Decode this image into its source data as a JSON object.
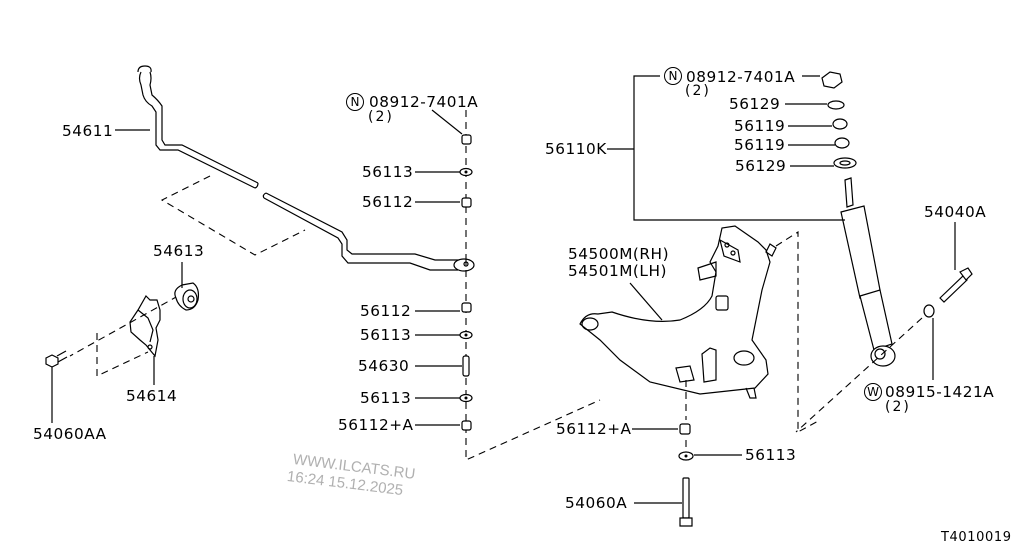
{
  "diagram": {
    "title_code": "T4010019",
    "watermark": {
      "site": "WWW.ILCATS.RU",
      "timestamp": "16:24 15.12.2025"
    },
    "callouts": [
      {
        "id": "stab-bar",
        "part": "54611"
      },
      {
        "id": "stab-bushing",
        "part": "54613"
      },
      {
        "id": "stab-clamp",
        "part": "54614"
      },
      {
        "id": "clamp-bolt",
        "part": "54060AA"
      },
      {
        "id": "link-nut",
        "part": "08912-7401A",
        "marker": "N",
        "qty": "(2)"
      },
      {
        "id": "link-washer-1",
        "part": "56113"
      },
      {
        "id": "link-bushing-1",
        "part": "56112"
      },
      {
        "id": "link-bushing-2",
        "part": "56112"
      },
      {
        "id": "link-washer-2",
        "part": "56113"
      },
      {
        "id": "link-rod",
        "part": "54630"
      },
      {
        "id": "link-washer-3",
        "part": "56113"
      },
      {
        "id": "link-bushing-3",
        "part": "56112+A"
      },
      {
        "id": "shock-kit",
        "part": "56110K"
      },
      {
        "id": "shock-nut",
        "part": "08912-7401A",
        "marker": "N",
        "qty": "(2)"
      },
      {
        "id": "shock-washer-top",
        "part": "56129"
      },
      {
        "id": "shock-bushing-1",
        "part": "56119"
      },
      {
        "id": "shock-bushing-2",
        "part": "56119"
      },
      {
        "id": "shock-washer-bottom",
        "part": "56129"
      },
      {
        "id": "lower-arm-rh",
        "part": "54500M(RH)"
      },
      {
        "id": "lower-arm-lh",
        "part": "54501M(LH)"
      },
      {
        "id": "shock-bolt",
        "part": "54040A"
      },
      {
        "id": "shock-washer",
        "part": "08915-1421A",
        "marker": "W",
        "qty": "(2)"
      },
      {
        "id": "arm-bushing",
        "part": "56112+A"
      },
      {
        "id": "arm-washer",
        "part": "56113"
      },
      {
        "id": "arm-bolt",
        "part": "54060A"
      }
    ]
  }
}
